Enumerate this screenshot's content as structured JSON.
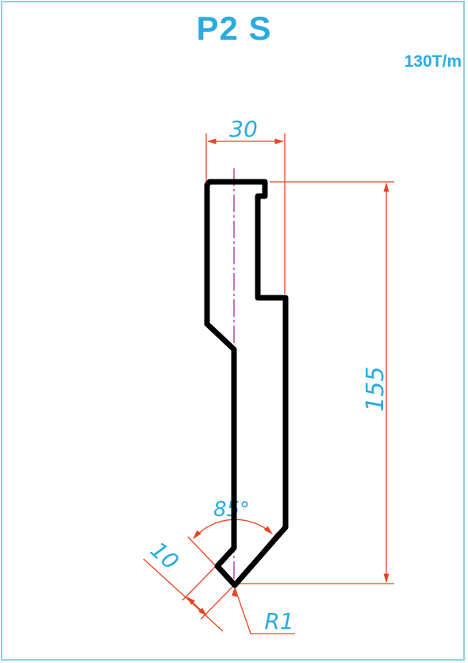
{
  "title": "P2 S",
  "capacity": "130T/m",
  "dimensions": {
    "width": "30",
    "height": "155",
    "angle": "85°",
    "tip_length": "10",
    "radius": "R1"
  },
  "colors": {
    "profile": "#000000",
    "dimension_lines": "#e8441f",
    "dimension_text": "#29abe2",
    "centerline": "#b03a9c",
    "frame": "#8fd0de"
  }
}
